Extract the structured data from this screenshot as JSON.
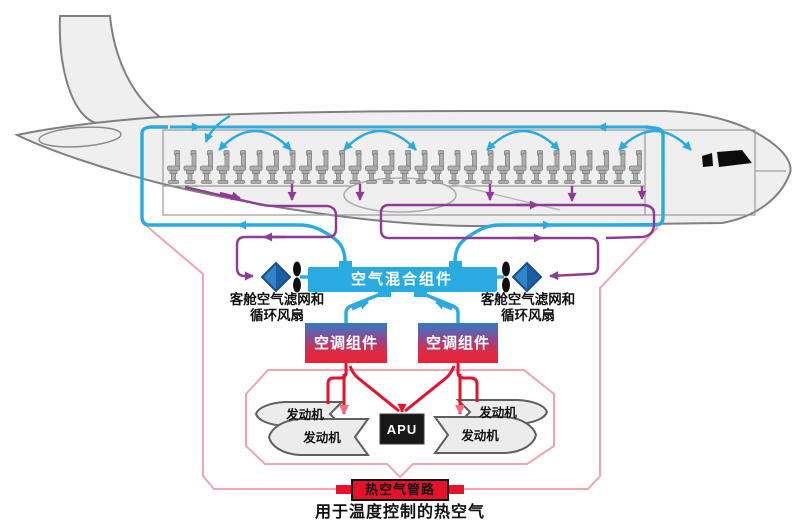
{
  "diagram": {
    "labels": {
      "mixing_unit": "空气混合组件",
      "left_filter_line1": "客舱空气滤网和",
      "left_filter_line2": "循环风扇",
      "right_filter_line1": "客舱空气滤网和",
      "right_filter_line2": "循环风扇",
      "ac_pack_left": "空调组件",
      "ac_pack_right": "空调组件",
      "engine_left_upper": "发动机",
      "engine_left_lower": "发动机",
      "engine_right_upper": "发动机",
      "engine_right_lower": "发动机",
      "apu": "APU",
      "hot_air_duct": "热空气管路",
      "caption": "用于温度控制的热空气"
    },
    "colors": {
      "supply_air_cyan": "#29ABE2",
      "recirculated_air_purple": "#8E3A97",
      "hot_bleed_air_red": "#E8112D",
      "trim_air_pink": "#F2A5AE",
      "fuselage_fill": "#EFEFEF",
      "fuselage_stroke": "#808080",
      "filter_blue_light": "#2E86C8",
      "filter_blue_dark": "#1A5FA6"
    }
  }
}
